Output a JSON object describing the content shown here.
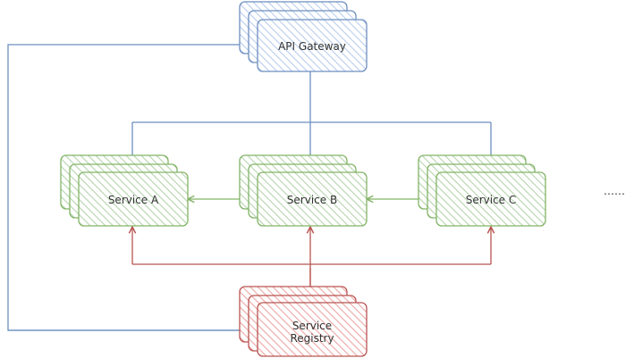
{
  "colors": {
    "blue_fill": "#dae8fc",
    "blue_stroke": "#6c8ebf",
    "green_fill": "#d5e8d4",
    "green_stroke": "#82b366",
    "red_fill": "#f8cecc",
    "red_stroke": "#b85450",
    "text": "#333333"
  },
  "nodes": {
    "gateway": {
      "label": "API Gateway"
    },
    "service_a": {
      "label": "Service A"
    },
    "service_b": {
      "label": "Service B"
    },
    "service_c": {
      "label": "Service C"
    },
    "registry": {
      "label_line1": "Service",
      "label_line2": "Registry"
    }
  },
  "ellipsis": "……"
}
